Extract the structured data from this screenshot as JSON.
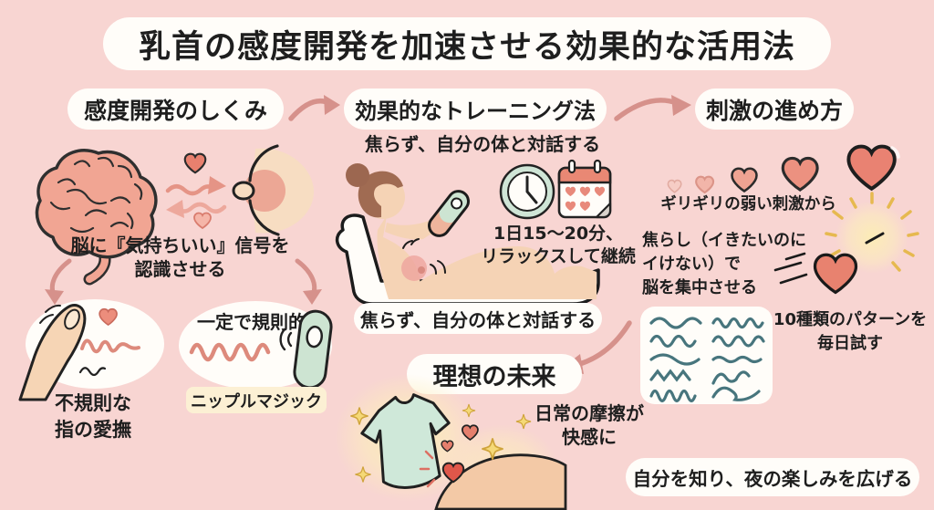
{
  "title": "乳首の感度開発を加速させる効果的な活用法",
  "headers": {
    "mechanism": "感度開発のしくみ",
    "training": "効果的なトレーニング法",
    "progression": "刺激の進め方"
  },
  "mechanism": {
    "signal_line1": "脳に『気持ちいい』信号を",
    "signal_line2": "認識させる",
    "irregular_line1": "不規則な",
    "irregular_line2": "指の愛撫",
    "regular_label": "一定で規則的",
    "device_name": "ニップルマジック"
  },
  "training": {
    "dialogue_top": "焦らず、自分の体と対話する",
    "duration_line1": "1日15〜20分、",
    "duration_line2": "リラックスして継続",
    "dialogue_bottom": "焦らず、自分の体と対話する"
  },
  "progression": {
    "weak_stimulus": "ギリギリの弱い刺激から",
    "tease_line1": "焦らし（イきたいのに",
    "tease_line2": "イけない）で",
    "tease_line3": "脳を集中させる",
    "patterns_line1": "10種類のパターンを",
    "patterns_line2": "毎日試す"
  },
  "future": {
    "label": "理想の未来",
    "friction_line1": "日常の摩擦が",
    "friction_line2": "快感に",
    "closing": "自分を知り、夜の楽しみを広げる"
  },
  "icons": {
    "brain": "brain-icon",
    "breast": "breast-icon",
    "finger": "finger-icon",
    "device": "nipple-magic-device-icon",
    "clock": "clock-icon",
    "calendar": "calendar-icon",
    "hearts": "growing-hearts-icon",
    "sunburst": "focus-heart-sunburst-icon",
    "patterns": "wave-pattern-icon",
    "tshirt": "tshirt-sparkle-icon"
  },
  "colors": {
    "background": "#f8d5d2",
    "bubble": "#fffdf9",
    "accent_rose": "#d6918b",
    "heart_salmon": "#e8897b",
    "wave_teal": "#47757d",
    "device_mint": "#cde4d2",
    "label_cream": "#fcf0d4",
    "sparkle_yellow": "#f2d06a",
    "text": "#1e1e1e"
  }
}
